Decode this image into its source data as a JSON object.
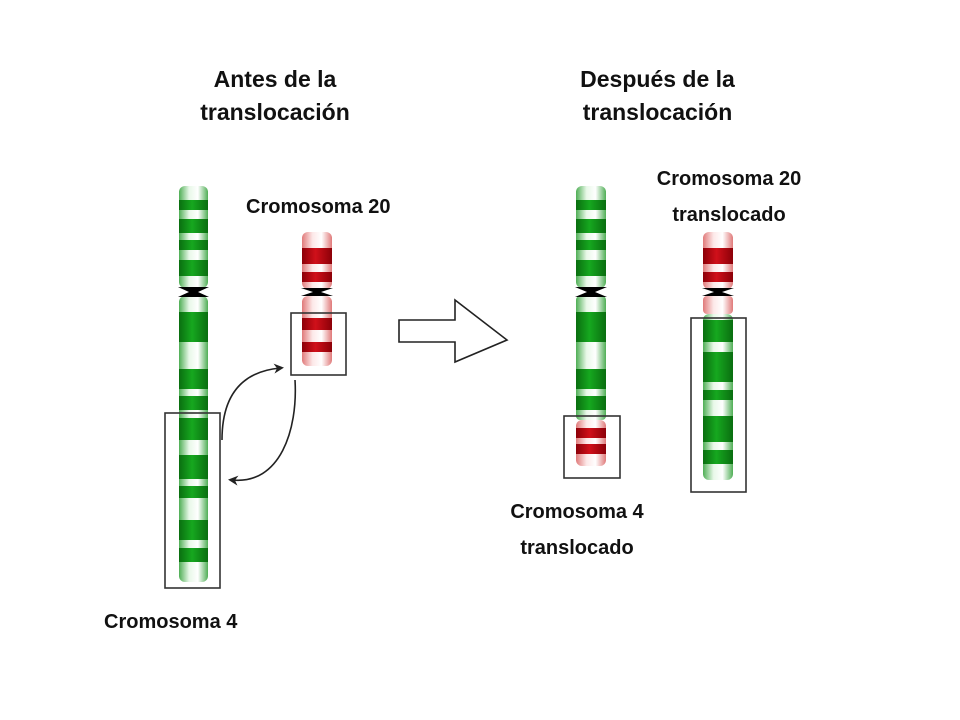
{
  "before": {
    "title_line1": "Antes de la",
    "title_line2": "translocación"
  },
  "after": {
    "title_line1": "Después de la",
    "title_line2": "translocación"
  },
  "labels": {
    "chr20": "Cromosoma 20",
    "chr4": "Cromosoma 4",
    "chr20_translocated_line1": "Cromosoma 20",
    "chr20_translocated_line2": "translocado",
    "chr4_translocated_line1": "Cromosoma 4",
    "chr4_translocated_line2": "translocado"
  },
  "colors": {
    "chr4_band": "#0b8a14",
    "chr4_light": "#c8ecc8",
    "chr20_band": "#b0000a",
    "chr20_light": "#f6c8c8",
    "centromere": "#000000",
    "box": "#333333",
    "arrow": "#222222"
  }
}
